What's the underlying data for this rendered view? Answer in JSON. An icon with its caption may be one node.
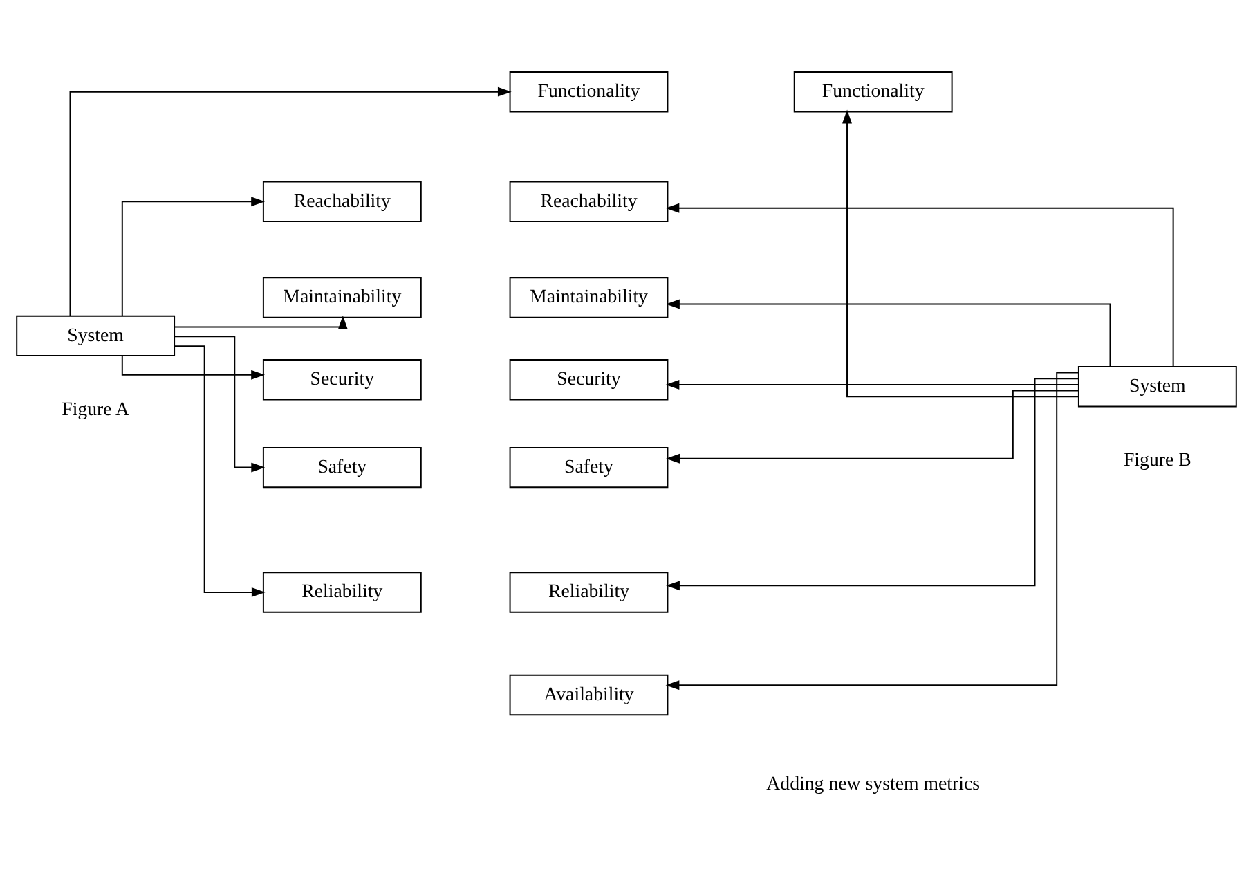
{
  "diagram": {
    "nodes": [
      {
        "text": [
          "System"
        ]
      },
      {
        "text": [
          "Functionality"
        ]
      },
      {
        "text": [
          "Reachability"
        ]
      },
      {
        "text": [
          "Maintainability"
        ]
      },
      {
        "text": [
          "Security"
        ]
      },
      {
        "text": [
          "Safety"
        ]
      },
      {
        "text": [
          "Reliability"
        ]
      },
      {
        "text": [
          "System"
        ]
      },
      {
        "text": [
          "Functionality"
        ]
      },
      {
        "text": [
          "Reachability"
        ]
      },
      {
        "text": [
          "Maintainability"
        ]
      },
      {
        "text": [
          "Security"
        ]
      },
      {
        "text": [
          "Safety"
        ]
      },
      {
        "text": [
          "Reliability"
        ]
      },
      {
        "text": [
          "Availability"
        ]
      }
    ],
    "edges": [
      {
        "from": 0,
        "to": 1,
        "arrow": "to"
      },
      {
        "from": 0,
        "to": 2,
        "arrow": "to"
      },
      {
        "from": 0,
        "to": 3,
        "arrow": "to"
      },
      {
        "from": 0,
        "to": 4,
        "arrow": "to"
      },
      {
        "from": 0,
        "to": 5,
        "arrow": "to"
      },
      {
        "from": 0,
        "to": 6,
        "arrow": "to"
      },
      {
        "from": 7,
        "to": 8,
        "arrow": "to"
      },
      {
        "from": 7,
        "to": 9,
        "arrow": "to"
      },
      {
        "from": 7,
        "to": 10,
        "arrow": "to"
      },
      {
        "from": 7,
        "to": 11,
        "arrow": "to"
      },
      {
        "from": 7,
        "to": 12,
        "arrow": "to"
      },
      {
        "from": 7,
        "to": 13,
        "arrow": "to"
      },
      {
        "from": 7,
        "to": 14,
        "arrow": "to"
      }
    ],
    "labels": [
      "Adding new system metrics",
      "Figure A",
      "Figure B"
    ]
  }
}
